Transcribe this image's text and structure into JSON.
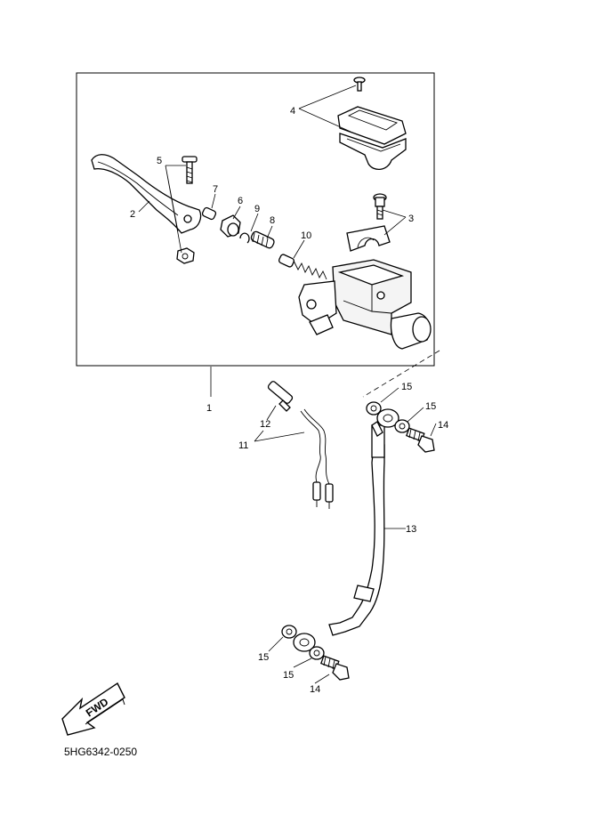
{
  "diagram": {
    "part_labels": {
      "p1": "1",
      "p2": "2",
      "p3": "3",
      "p4": "4",
      "p5": "5",
      "p6": "6",
      "p7": "7",
      "p8": "8",
      "p9": "9",
      "p10": "10",
      "p11": "11",
      "p12": "12",
      "p13": "13",
      "p14a": "14",
      "p14b": "14",
      "p15a": "15",
      "p15b": "15",
      "p15c": "15",
      "p15d": "15"
    },
    "fwd_label": "FWD",
    "diagram_code": "5HG6342-0250"
  }
}
